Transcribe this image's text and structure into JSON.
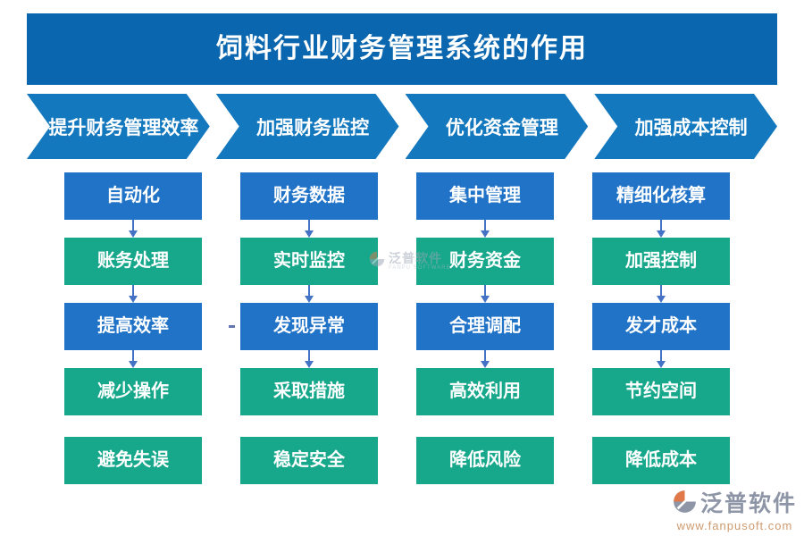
{
  "title": "饲料行业财务管理系统的作用",
  "colors": {
    "title_bg": "#0a66ae",
    "chevron_bg": "#1378bd",
    "box_blue": "#2173c8",
    "box_green": "#17a88c",
    "connector_arrow": "#4472c4",
    "logo_gray": "#8d95a6",
    "logo_orange": "#e0784a",
    "footer_url_color": "#cf9a6e"
  },
  "columns": [
    {
      "header": "提升财务管理效率",
      "steps": [
        "自动化",
        "账务处理",
        "提高效率",
        "减少操作"
      ],
      "result": "避免失误"
    },
    {
      "header": "加强财务监控",
      "steps": [
        "财务数据",
        "实时监控",
        "发现异常",
        "采取措施"
      ],
      "result": "稳定安全"
    },
    {
      "header": "优化资金管理",
      "steps": [
        "集中管理",
        "财务资金",
        "合理调配",
        "高效利用"
      ],
      "result": "降低风险"
    },
    {
      "header": "加强成本控制",
      "steps": [
        "精细化核算",
        "加强控制",
        "发才成本",
        "节约空间"
      ],
      "result": "降低成本"
    }
  ],
  "watermark": {
    "brand": "泛普软件",
    "brand_sub": "FANPU SOFTWARE"
  },
  "footer_logo": {
    "brand": "泛普软件",
    "url": "www.fanpusoft.com"
  }
}
